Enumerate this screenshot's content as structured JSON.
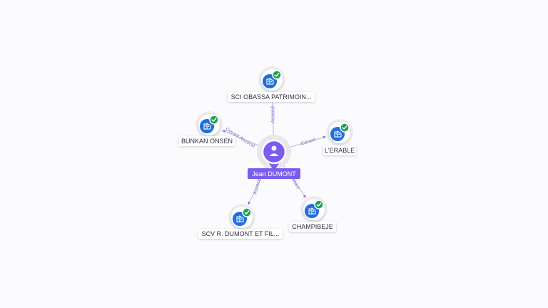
{
  "graph": {
    "center": {
      "name": "Jean DUMONT",
      "icon": "person-icon",
      "color": "#7b5cf0"
    },
    "colors": {
      "company_icon_bg": "#1f6fe0",
      "check_badge": "#1e9e55",
      "edge": "#b9b6dc",
      "edge_label": "#7b74c9"
    },
    "nodes": [
      {
        "id": "sci-obassa",
        "name": "SCI OBASSA PATRIMOIN...",
        "relation": "Associé",
        "icon": "building-icon",
        "status": "check-icon"
      },
      {
        "id": "bunkan-onsen",
        "name": "BUNKAN ONSEN",
        "relation": "Gérant Associé",
        "icon": "building-icon",
        "status": "check-icon"
      },
      {
        "id": "lerable",
        "name": "L'ERABLE",
        "relation": "Gérant",
        "icon": "building-icon",
        "status": "check-icon"
      },
      {
        "id": "champibeje",
        "name": "CHAMPIBEJE",
        "relation": "Gérant",
        "icon": "building-icon",
        "status": "check-icon"
      },
      {
        "id": "scv-dumont",
        "name": "SCV R. DUMONT ET FIL...",
        "relation": "Associé",
        "icon": "building-icon",
        "status": "check-icon"
      }
    ]
  }
}
